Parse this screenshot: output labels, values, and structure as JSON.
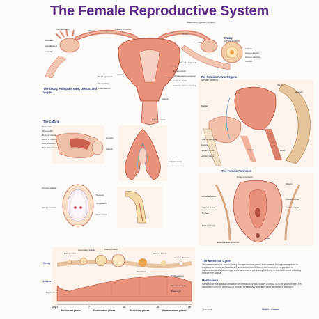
{
  "title": "The Female Reproductive System",
  "sections": {
    "ovary": {
      "title": "Ovary",
      "subtitle": "(cross-section)"
    },
    "ovary_tubes": {
      "title": "The Ovary, Fallopian Tube, Uterus, and Vagina"
    },
    "pelvic": {
      "title": "The Female Pelvic Organs",
      "subtitle": "(Median section)"
    },
    "clitoris": {
      "title": "The Clitoris"
    },
    "perineum": {
      "title": "The Female Perineum"
    },
    "cycle": {
      "title": "The Menstrual Cycle",
      "menopause_title": "Menopause"
    },
    "ovary_row": "Ovary",
    "uterus_row": "Uterus"
  },
  "labels": {
    "top": [
      "Fallopian tube",
      "Isthmus",
      "Fundus of uterus",
      "Ovary",
      "Suspensory ligament of ovary",
      "Fimbriae",
      "Infundibulum",
      "Ampulla",
      "Ovarian ligament",
      "Broad ligament",
      "Uterine cavity",
      "Internal uterine opening",
      "Cervical canal",
      "External uterine opening",
      "Myometrium",
      "Endometrium",
      "Vagina",
      "Labium minus"
    ],
    "ovary": [
      "Follicle",
      "Corpus luteum",
      "Corpus albicans",
      "Oocyte"
    ],
    "pelvic": [
      "Uterus",
      "Rectum",
      "Bladder",
      "Pubic symphysis",
      "Urethra",
      "Vagina",
      "Anus",
      "Labium minus",
      "Labium majus"
    ],
    "clitoris": [
      "Pubic hair",
      "Mons pubis",
      "Body of clitoris",
      "Glans of clitoris",
      "Crus of clitoris",
      "Bulb of vestibule",
      "Urethra",
      "Vagina",
      "Labium minus"
    ],
    "perineum": [
      "Pubic symphysis",
      "Clitoris",
      "Urethral orifice",
      "Vaginal orifice",
      "Hymen",
      "Labium minus",
      "Labium majus",
      "Perineal body",
      "Anus",
      "External anal sphincter"
    ],
    "egg": [
      "Corona radiata",
      "Zona pellucida",
      "Nucleus",
      "Cytoplasm",
      "Polar body"
    ],
    "cycle": [
      "Primary follicle",
      "Secondary follicle",
      "Mature follicle",
      "Ovulation",
      "Corpus luteum",
      "Corpus albicans",
      "Endometrium",
      "Functional layer",
      "Basal layer",
      "Myometrium"
    ]
  },
  "cycle": {
    "phases": [
      "Menstrual phase",
      "Proliferative phase",
      "Secretory phase",
      "Premenstrual phase"
    ],
    "days": [
      "Day 1",
      "7",
      "14",
      "21",
      "28"
    ],
    "ovulation_label": "Ovulation"
  },
  "text": {
    "cycle_body": "The menstrual cycle occurs during the reproductive period from puberty through menopause in response to hormonal variations. The endometrium thickens each month in preparation for implantation of a fertilized egg. In the absence of pregnancy the lining is shed with some bleeding through the vagina.",
    "menopause_body": "Menopause: the gradual cessation of menstrual cycles, occurs at about 45 to 55 years of age. It is associated with the depletion of oocytes in the ovary and decreased secretion of estrogen."
  },
  "footer": {
    "publisher": "Wolters Kluwer",
    "code": "TM 1234"
  },
  "colors": {
    "title": "#5a2a86",
    "tissue": "#e8927c",
    "tissue_dark": "#c9604d",
    "bg": "#fdfbf8"
  }
}
